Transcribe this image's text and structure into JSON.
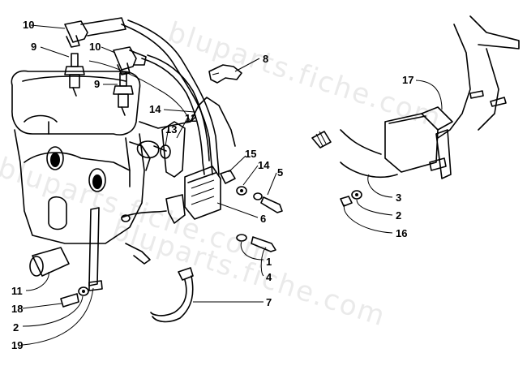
{
  "watermark": {
    "text": "bluparts.fiche.com",
    "repeat": 3
  },
  "callouts": [
    {
      "id": "c10a",
      "label": "10"
    },
    {
      "id": "c9a",
      "label": "9"
    },
    {
      "id": "c10b",
      "label": "10"
    },
    {
      "id": "c9b",
      "label": "9"
    },
    {
      "id": "c8",
      "label": "8"
    },
    {
      "id": "c14a",
      "label": "14"
    },
    {
      "id": "c13",
      "label": "13"
    },
    {
      "id": "c12",
      "label": "12"
    },
    {
      "id": "c15",
      "label": "15"
    },
    {
      "id": "c14b",
      "label": "14"
    },
    {
      "id": "c5",
      "label": "5"
    },
    {
      "id": "c6",
      "label": "6"
    },
    {
      "id": "c1",
      "label": "1"
    },
    {
      "id": "c4",
      "label": "4"
    },
    {
      "id": "c7",
      "label": "7"
    },
    {
      "id": "c11",
      "label": "11"
    },
    {
      "id": "c18",
      "label": "18"
    },
    {
      "id": "c2a",
      "label": "2"
    },
    {
      "id": "c19",
      "label": "19"
    },
    {
      "id": "c17",
      "label": "17"
    },
    {
      "id": "c3",
      "label": "3"
    },
    {
      "id": "c2b",
      "label": "2"
    },
    {
      "id": "c16",
      "label": "16"
    }
  ]
}
